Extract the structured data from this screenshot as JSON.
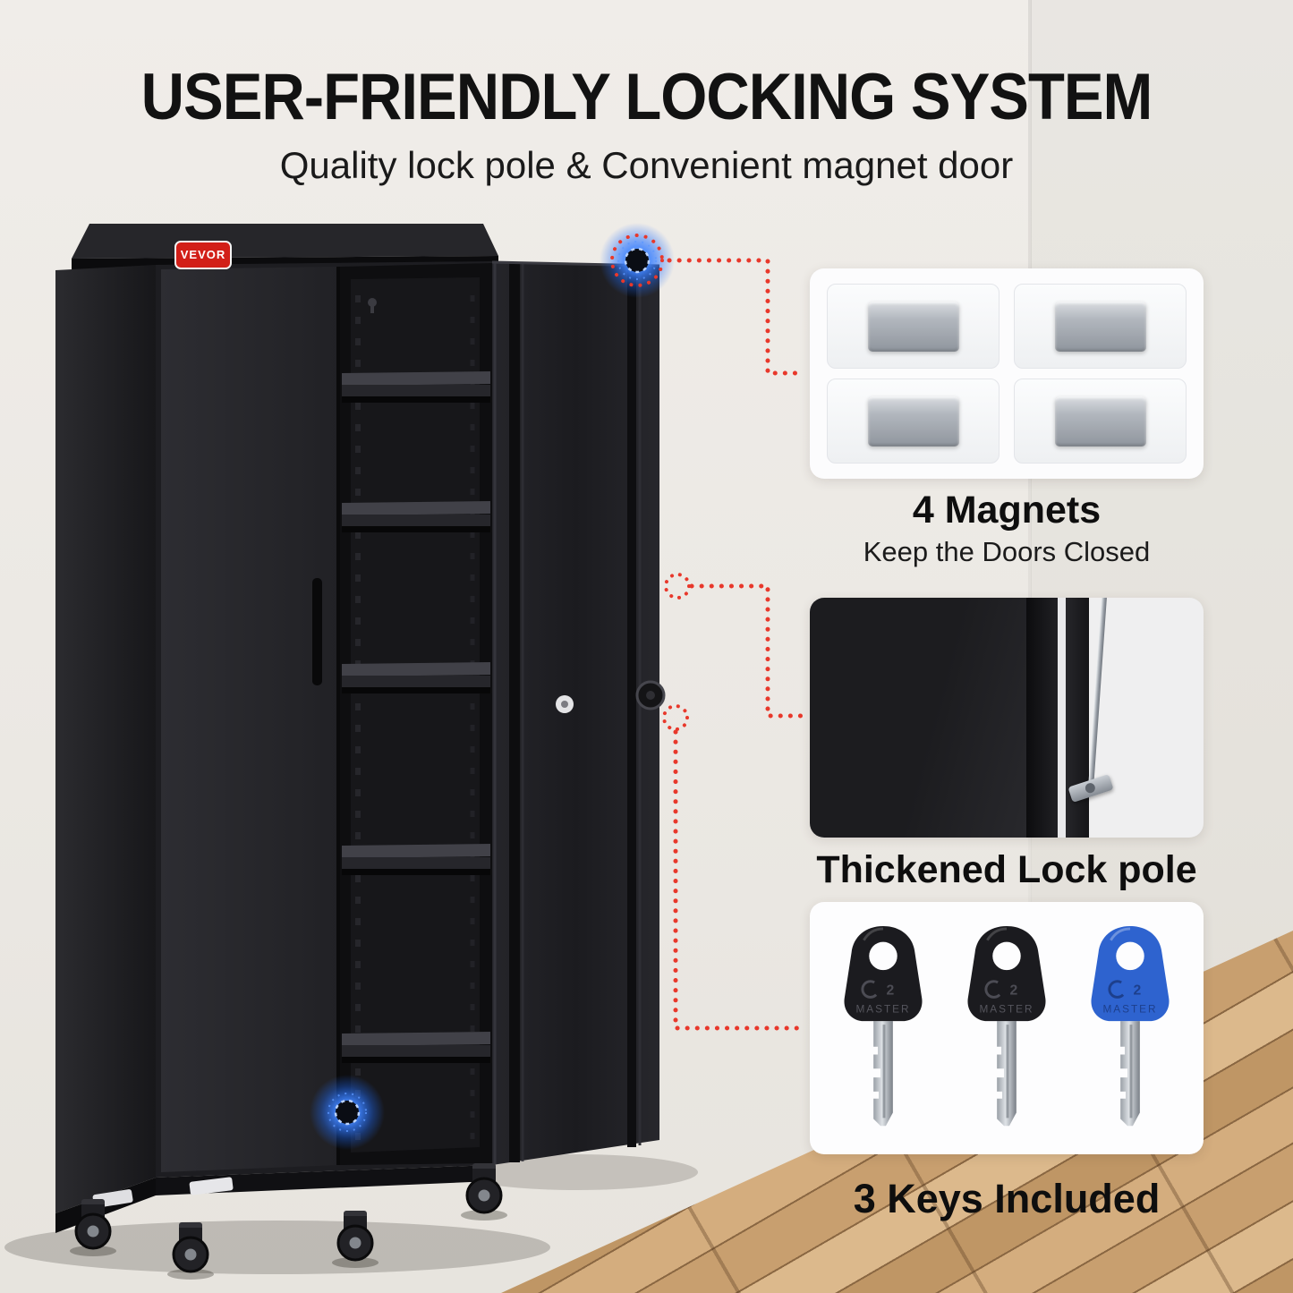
{
  "page": {
    "title": "USER-FRIENDLY LOCKING SYSTEM",
    "subtitle": "Quality lock pole & Convenient magnet door"
  },
  "cabinet": {
    "brand": "VEVOR",
    "shelf_count": 5
  },
  "callouts": {
    "magnets": {
      "title": "4 Magnets",
      "subtitle": "Keep the Doors Closed",
      "count": 4
    },
    "lock_pole": {
      "title": "Thickened Lock pole"
    },
    "keys": {
      "title": "3 Keys Included",
      "count": 3,
      "key_brand": "MASTER",
      "key_icon_text": "2",
      "key_colors": [
        "black",
        "black",
        "blue"
      ]
    }
  },
  "colors": {
    "callout_line_red": "#e8382b",
    "magnet_glow_blue": "#2f7bff",
    "key_blue": "#2e63cf",
    "brand_red": "#d21f18",
    "cabinet_black": "#232327",
    "wall_beige": "#edeae6",
    "floor_tan": "#cda573"
  }
}
